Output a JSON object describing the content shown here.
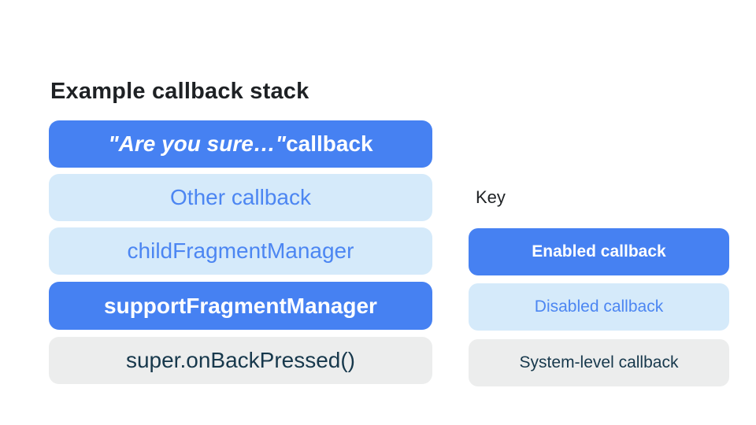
{
  "colors": {
    "enabled_bg": "#4681F2",
    "enabled_text": "#FFFFFF",
    "disabled_bg": "#D5EAFA",
    "disabled_text": "#4C86F2",
    "system_bg": "#ECEDED",
    "system_text": "#17384C",
    "heading_text": "#1E2124"
  },
  "diagram": {
    "title": "Example callback stack",
    "stack": [
      {
        "quoted": "\"Are you sure…\"",
        "rest": " callback",
        "type": "enabled"
      },
      {
        "label": "Other callback",
        "type": "disabled"
      },
      {
        "label": "childFragmentManager",
        "type": "disabled"
      },
      {
        "label": "supportFragmentManager",
        "type": "enabled"
      },
      {
        "label": "super.onBackPressed()",
        "type": "system"
      }
    ]
  },
  "key": {
    "title": "Key",
    "items": [
      {
        "label": "Enabled callback",
        "type": "enabled"
      },
      {
        "label": "Disabled callback",
        "type": "disabled"
      },
      {
        "label": "System-level callback",
        "type": "system"
      }
    ]
  }
}
